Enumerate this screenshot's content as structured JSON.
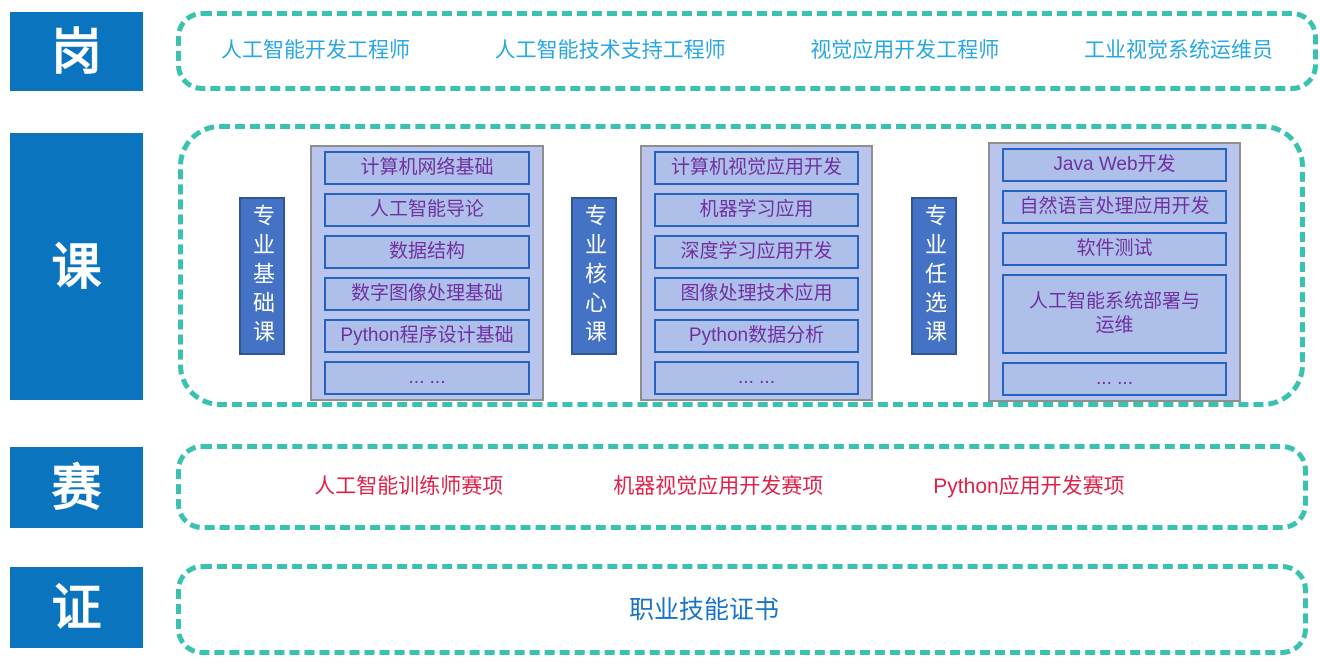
{
  "row_labels": {
    "positions": "岗",
    "courses": "课",
    "competitions": "赛",
    "certificates": "证"
  },
  "jobs": {
    "items": [
      "人工智能开发工程师",
      "人工智能技术支持工程师",
      "视觉应用开发工程师",
      "工业视觉系统运维员"
    ]
  },
  "course_groups": [
    {
      "title": "专业基础课",
      "courses": [
        "计算机网络基础",
        "人工智能导论",
        "数据结构",
        "数字图像处理基础",
        "Python程序设计基础",
        "... ..."
      ]
    },
    {
      "title": "专业核心课",
      "courses": [
        "计算机视觉应用开发",
        "机器学习应用",
        "深度学习应用开发",
        "图像处理技术应用",
        "Python数据分析",
        "... ..."
      ]
    },
    {
      "title": "专业任选课",
      "courses": [
        "Java Web开发",
        "自然语言处理应用开发",
        "软件测试",
        "人工智能系统部署与运维",
        "... ..."
      ]
    }
  ],
  "competitions": {
    "items": [
      "人工智能训练师赛项",
      "机器视觉应用开发赛项",
      "Python应用开发赛项"
    ]
  },
  "certificate": {
    "text": "职业技能证书"
  },
  "colors": {
    "badge_bg": "#0a74bf",
    "dashed_border": "#38c2af",
    "job_text": "#29a7e4",
    "competition_text": "#e02148",
    "certificate_text": "#1874c8",
    "course_text": "#7030a0",
    "course_item_bg": "#aec0ea",
    "course_item_border": "#2563c0",
    "course_stack_bg": "#b9c5ec",
    "course_stack_border": "#8f8f8f",
    "group_title_bg": "#4472c4",
    "group_title_border": "#2f5597"
  }
}
